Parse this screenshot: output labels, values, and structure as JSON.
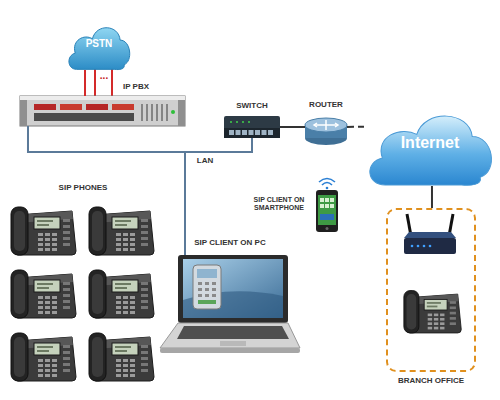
{
  "diagram": {
    "nodes": [
      {
        "text": [
          "PSTN"
        ]
      },
      {
        "text": [
          "IP PBX"
        ]
      },
      {
        "text": [
          "SWITCH"
        ]
      },
      {
        "text": [
          "ROUTER"
        ]
      },
      {
        "text": [
          "Internet"
        ]
      },
      {
        "text": [
          "SIP PHONES"
        ]
      },
      {
        "text": [
          "SIP CLIENT ON SMARTPHONE"
        ]
      },
      {
        "text": [
          "SIP CLIENT ON PC"
        ]
      },
      {
        "text": [
          "BRANCH OFFICE"
        ]
      }
    ],
    "edges": [
      {
        "from": 0,
        "to": 1,
        "arrow": "none"
      },
      {
        "from": 1,
        "to": 2,
        "label": "LAN",
        "arrow": "none"
      },
      {
        "from": 2,
        "to": 3,
        "arrow": "none"
      },
      {
        "from": 3,
        "to": 4,
        "arrow": "none"
      },
      {
        "from": 4,
        "to": 8,
        "arrow": "none"
      },
      {
        "from": 1,
        "to": 7,
        "arrow": "none"
      }
    ],
    "labels": [
      "..."
    ]
  }
}
